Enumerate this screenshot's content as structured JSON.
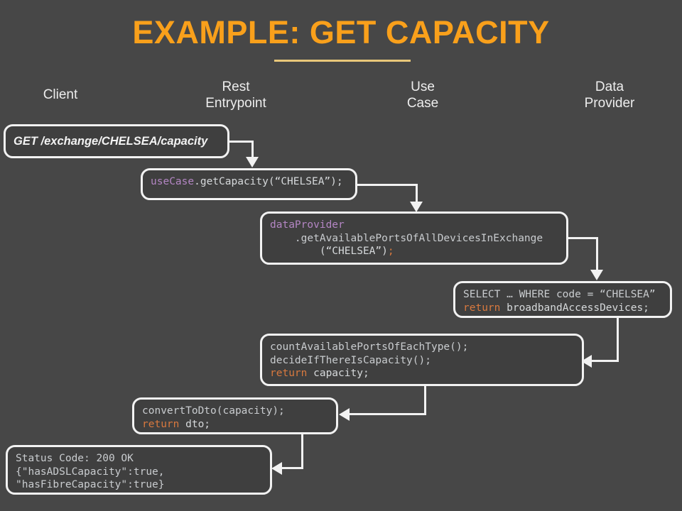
{
  "slide": {
    "title": "EXAMPLE: GET CAPACITY",
    "title_color": "#F9A01B",
    "rule_color": "#E8C77A",
    "background_color": "#474747",
    "box_border_color": "#F2F2F2",
    "box_fill_color": "#3F3F3F"
  },
  "columns": [
    {
      "name": "client",
      "label": "Client"
    },
    {
      "name": "rest-entrypoint",
      "label": "Rest\nEntrypoint"
    },
    {
      "name": "use-case",
      "label": "Use\nCase"
    },
    {
      "name": "data-provider",
      "label": "Data\nProvider"
    }
  ],
  "syntax_colors": {
    "identifier_purple": "#B486C4",
    "keyword_orange": "#D9793F",
    "sql_green": "#8FA876",
    "text_white": "#D6D9DB"
  },
  "messages": {
    "request": {
      "label": "GET /exchange/CHELSEA/capacity",
      "style": "italic-bold"
    },
    "use_case_call": {
      "receiver": "useCase",
      "rest": ".getCapacity(“CHELSEA”);"
    },
    "data_provider_call": {
      "line1_receiver": "dataProvider",
      "line2": "    .getAvailablePortsOfAllDevicesInExchange",
      "line3_args": "        (“CHELSEA”)",
      "line3_semicolon": ";"
    },
    "sql_response": {
      "line1": "SELECT … WHERE code = “CHELSEA”",
      "line2_keyword": "return",
      "line2_rest": " broadbandAccessDevices;"
    },
    "use_case_logic": {
      "line1": "countAvailablePortsOfEachType();",
      "line2": "decideIfThereIsCapacity();",
      "line3_keyword": "return",
      "line3_rest": " capacity;"
    },
    "convert_dto": {
      "line1": "convertToDto(capacity);",
      "line2_keyword": "return",
      "line2_rest": " dto;"
    },
    "http_response": {
      "line1": "Status Code: 200 OK",
      "line2": "{\"hasADSLCapacity\":true,",
      "line3": "\"hasFibreCapacity\":true}"
    }
  }
}
